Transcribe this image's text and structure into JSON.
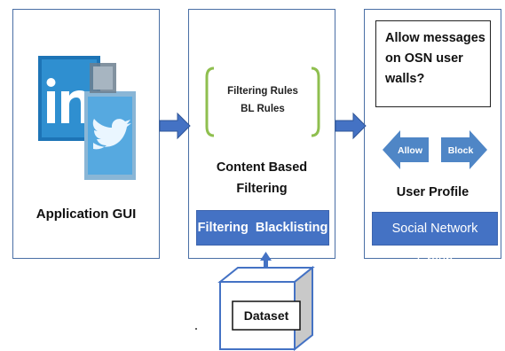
{
  "left_panel": {
    "label": "Application GUI"
  },
  "middle_panel": {
    "rules": [
      "Filtering Rules",
      "BL Rules"
    ],
    "title_line1": "Content Based",
    "title_line2": "Filtering",
    "bar_label": "Filtering  Blacklisting"
  },
  "right_panel": {
    "question_lines": [
      "Allow messages",
      "on OSN user",
      "walls?"
    ],
    "allow_label": "Allow",
    "block_label": "Block",
    "profile_label": "User Profile",
    "bar_label": "Social Network Group"
  },
  "dataset": {
    "label": "Dataset"
  },
  "colors": {
    "arrow": "#4472c4",
    "panel_border": "#4a6fa5",
    "bracket": "#8fbf4f"
  },
  "icons": [
    "linkedin-logo",
    "twitter-logo"
  ]
}
